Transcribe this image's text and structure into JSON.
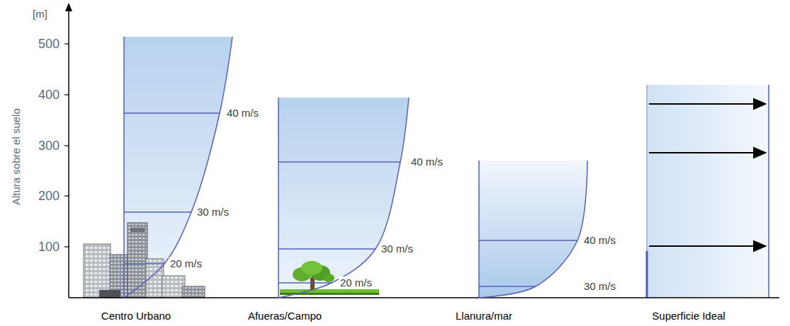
{
  "diagram": {
    "labels": [
      "[m]",
      "500",
      "400",
      "300",
      "200",
      "100",
      "Altura sobre el suelo",
      "40 m/s",
      "30 m/s",
      "20 m/s",
      "40 m/s",
      "30 m/s",
      "20 m/s",
      "40 m/s",
      "30 m/s",
      "Centro Urbano",
      "Afueras/Campo",
      "Llanura/mar",
      "Superficie Ideal"
    ]
  }
}
